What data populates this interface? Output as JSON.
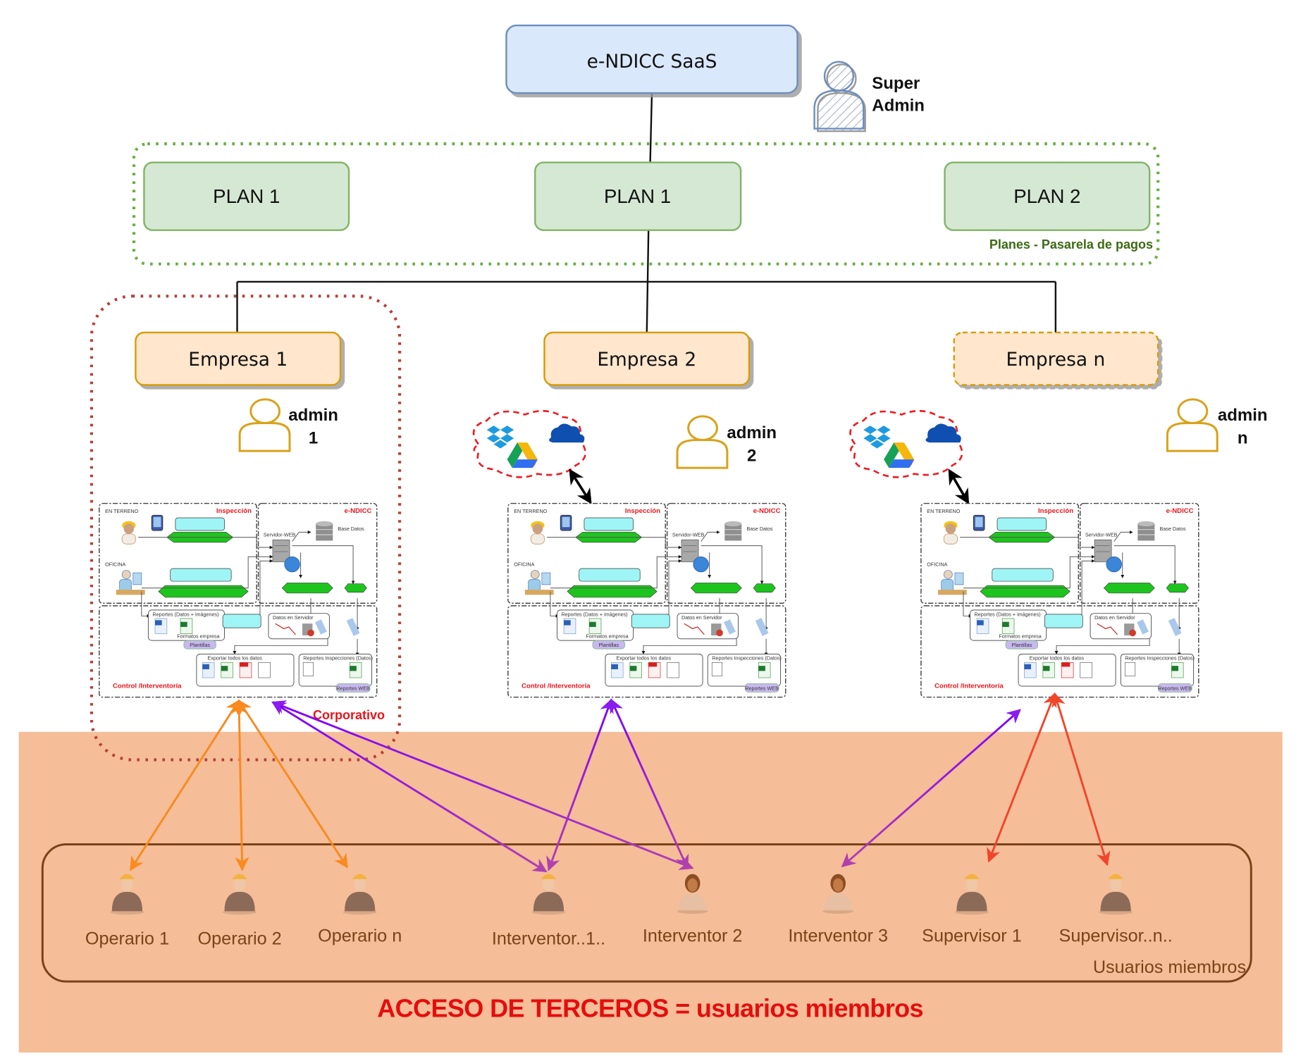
{
  "diagram": {
    "root": {
      "label": "e-NDICC SaaS"
    },
    "super_admin": {
      "line1": "Super",
      "line2": "Admin",
      "icon": "user-hatched-icon"
    },
    "plans_group": {
      "caption": "Planes - Pasarela de pagos",
      "plans": [
        {
          "label": "PLAN 1"
        },
        {
          "label": "PLAN 1"
        },
        {
          "label": "PLAN 2"
        }
      ]
    },
    "companies": [
      {
        "label": "Empresa 1",
        "admin_line1": "admin",
        "admin_line2": "1",
        "style": "solid"
      },
      {
        "label": "Empresa 2",
        "admin_line1": "admin",
        "admin_line2": "2",
        "style": "solid"
      },
      {
        "label": "Empresa n",
        "admin_line1": "admin",
        "admin_line2": "n",
        "style": "dashed"
      }
    ],
    "corporate_group": {
      "caption": "Corporativo"
    },
    "cloud_storage": {
      "icons": [
        "dropbox-icon",
        "google-drive-icon",
        "onedrive-icon"
      ]
    },
    "process_diagram": {
      "section_field": "EN TERRENO",
      "section_office": "OFICINA",
      "inspection_title": "Inspección",
      "system_title": "e-NDICC",
      "server_label": "Servidor-WEB",
      "database_label": "Base Datos",
      "control_title": "Control /Interventoría",
      "templates_tag": "Plantillas",
      "web_reports_tag": "Reportes WEB",
      "reports_box_title": "Reportes (Datos + imágenes)",
      "formats_label": "Formatos empresa",
      "server_data_title": "Datos en Servidor",
      "export_title": "Exportar todos los datos",
      "inspection_reports_title": "Reportes Inspecciones (Datos)",
      "reports_tag": "Reportes"
    },
    "members": {
      "caption": "Usuarios miembros",
      "users": [
        {
          "label": "Operario 1",
          "avatar": "worker-icon"
        },
        {
          "label": "Operario 2",
          "avatar": "worker-icon"
        },
        {
          "label": "Operario n",
          "avatar": "worker-icon"
        },
        {
          "label": "Interventor..1..",
          "avatar": "worker-icon"
        },
        {
          "label": "Interventor 2",
          "avatar": "woman-icon"
        },
        {
          "label": "Interventor 3",
          "avatar": "woman-icon"
        },
        {
          "label": "Supervisor 1",
          "avatar": "worker-icon"
        },
        {
          "label": "Supervisor..n..",
          "avatar": "worker-icon"
        }
      ]
    },
    "third_party_title": "ACCESO DE TERCEROS = usuarios miembros",
    "access_links": [
      {
        "from_company": 1,
        "to_user": "Operario 1",
        "color": "orange"
      },
      {
        "from_company": 1,
        "to_user": "Operario 2",
        "color": "orange"
      },
      {
        "from_company": 1,
        "to_user": "Operario n",
        "color": "orange"
      },
      {
        "from_company": 1,
        "to_user": "Interventor..1..",
        "color": "purple"
      },
      {
        "from_company": 1,
        "to_user": "Interventor 2",
        "color": "purple"
      },
      {
        "from_company": 2,
        "to_user": "Interventor..1..",
        "color": "purple"
      },
      {
        "from_company": 2,
        "to_user": "Interventor 2",
        "color": "purple"
      },
      {
        "from_company": "n",
        "to_user": "Interventor 3",
        "color": "purple"
      },
      {
        "from_company": "n",
        "to_user": "Supervisor 1",
        "color": "red"
      },
      {
        "from_company": "n",
        "to_user": "Supervisor..n..",
        "color": "red"
      }
    ],
    "colors": {
      "saas_fill": "#dae8fc",
      "saas_stroke": "#6c8ebf",
      "plan_fill": "#d5e8d4",
      "plan_stroke": "#82b366",
      "company_fill": "#ffe6cc",
      "company_stroke": "#d79b00",
      "third_party_band": "#f5bd98",
      "title_red": "#e50d0d",
      "arrow_orange": "#f98a1e",
      "arrow_purple": "#8a1cf0",
      "arrow_red": "#f2442a"
    }
  }
}
